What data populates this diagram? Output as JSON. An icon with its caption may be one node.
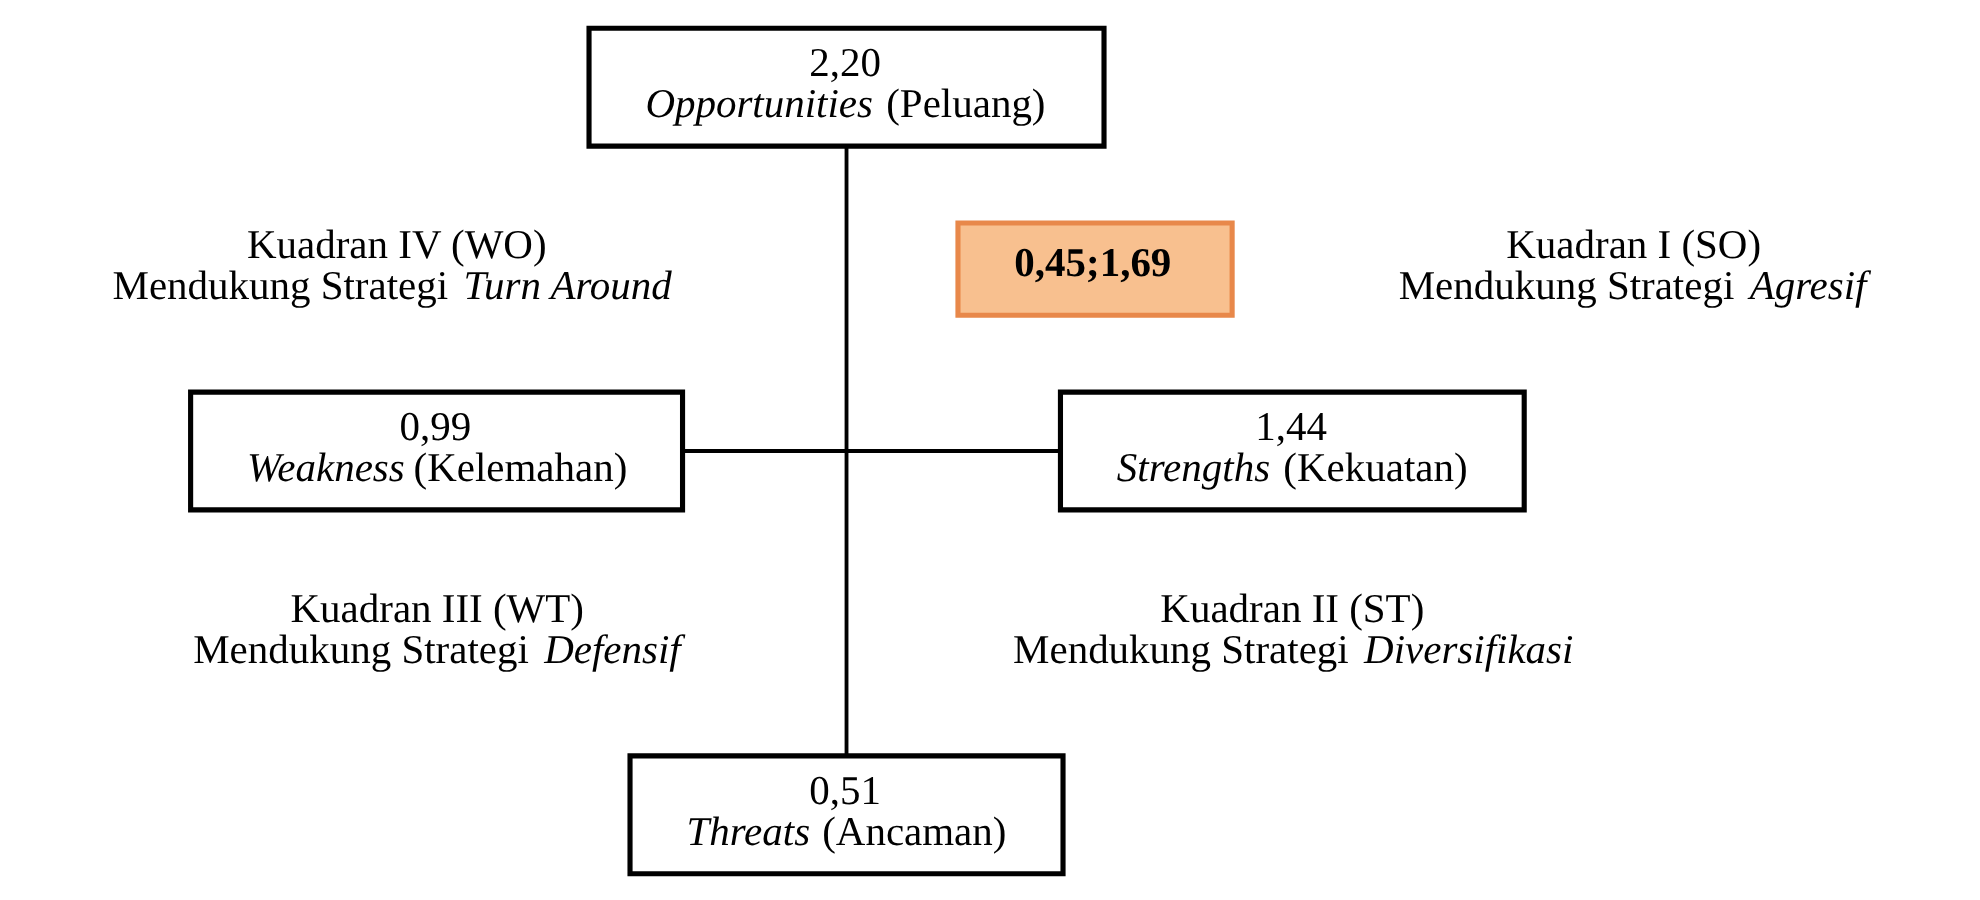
{
  "diagram": {
    "nodes": [
      {
        "text": [
          "2,20",
          "*Opportunities* (Peluang)"
        ]
      },
      {
        "text": [
          "0,45;1,69"
        ]
      },
      {
        "text": [
          "0,99",
          "*Weakness* (Kelemahan)"
        ]
      },
      {
        "text": [
          "1,44",
          "*Strengths* (Kekuatan)"
        ]
      },
      {
        "text": [
          "0,51",
          "*Threats* (Ancaman)"
        ]
      }
    ],
    "edges": [
      {
        "from": 0,
        "to": 4,
        "arrow": "none"
      },
      {
        "from": 2,
        "to": 3,
        "arrow": "none"
      }
    ],
    "labels": [
      "Kuadran IV (WO)",
      "Mendukung Strategi *Turn Around*",
      "Kuadran I (SO)",
      "Mendukung Strategi *Agresif*",
      "Kuadran III (WT)",
      "Mendukung Strategi *Defensif*",
      "Kuadran II (ST)",
      "Mendukung Strategi *Diversifikasi*"
    ]
  }
}
